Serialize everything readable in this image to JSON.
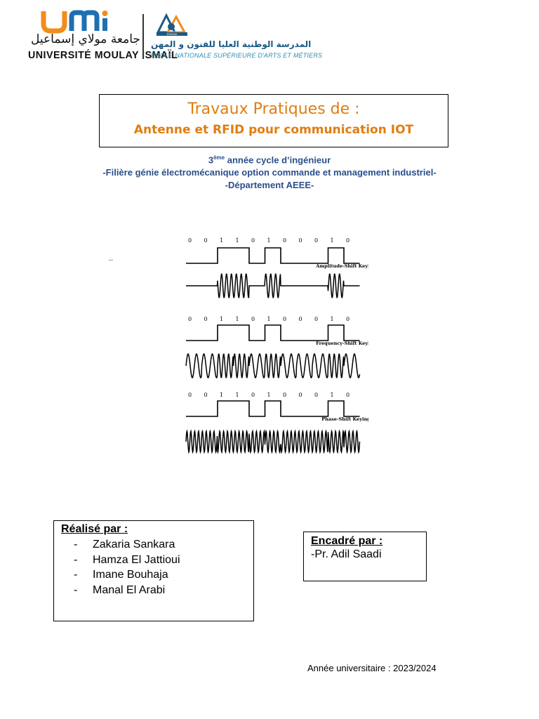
{
  "header": {
    "umi_logo_letters": "umi",
    "umi_arabic": "جامعة مولاي إسماعيل",
    "umi_latin": "UNIVERSITÉ MOULAY ISMAÏL",
    "ensam_badge": "ENSAM",
    "ensam_arabic": "المدرسة الوطنية العليا للفنون و المهن",
    "ensam_latin": "ÉCOLE NATIONALE SUPÉRIEURE D'ARTS ET MÉTIERS",
    "colors": {
      "umi_orange": "#f28c1a",
      "umi_blue": "#1f6fb3",
      "ensam_blue": "#1a5a86"
    }
  },
  "title": {
    "line1": "Travaux Pratiques de :",
    "line2": "Antenne et RFID pour communication IOT",
    "color": "#e07d10"
  },
  "subtitle": {
    "year_num": "3",
    "year_sup": "ème",
    "year_rest": " année cycle d’ingénieur",
    "line2": "-Filière génie électromécanique option commande et management industriel-",
    "line3": "-Département AEEE-",
    "color": "#2a4f8a"
  },
  "figure": {
    "bits": [
      "0",
      "0",
      "1",
      "1",
      "0",
      "1",
      "0",
      "0",
      "0",
      "1",
      "0"
    ],
    "labels": [
      "Amplitude-Shift Keying",
      "Frequency-Shift Keying",
      "Phase-Shift Keying"
    ]
  },
  "realise": {
    "title": "Réalisé par :",
    "members": [
      "Zakaria Sankara",
      "Hamza El Jattioui",
      "Imane Bouhaja",
      "Manal El Arabi"
    ]
  },
  "encadre": {
    "title": "Encadré par :",
    "name": "-Pr. Adil Saadi"
  },
  "annee": "Année universitaire : 2023/2024"
}
